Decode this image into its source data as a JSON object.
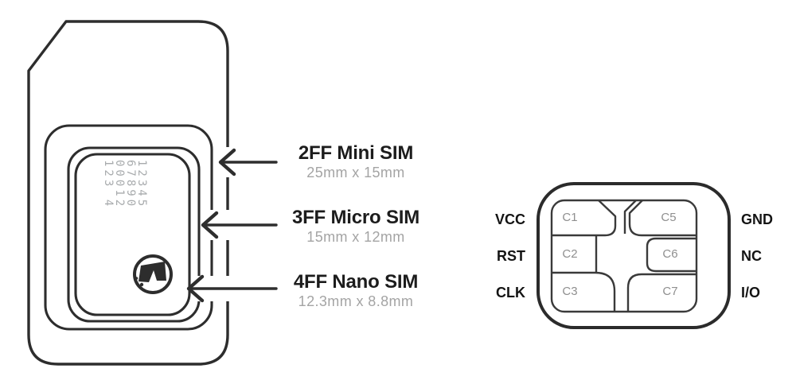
{
  "sim_diagram": {
    "serial_lines": [
      "12345",
      "67890",
      "00012",
      "123 4"
    ],
    "size_labels": [
      {
        "title": "2FF Mini SIM",
        "dimensions": "25mm x 15mm"
      },
      {
        "title": "3FF Micro SIM",
        "dimensions": "15mm x 12mm"
      },
      {
        "title": "4FF Nano SIM",
        "dimensions": "12.3mm x 8.8mm"
      }
    ]
  },
  "pinout": {
    "left_pins": [
      "VCC",
      "RST",
      "CLK"
    ],
    "right_pins": [
      "GND",
      "NC",
      "I/O"
    ],
    "contacts": [
      "C1",
      "C5",
      "C2",
      "C6",
      "C3",
      "C7"
    ]
  },
  "colors": {
    "outline_dark": "#2d2d2d",
    "outline_thin": "#3a3a3a",
    "title_text": "#1c1c1c",
    "dim_text": "#a4a4a4",
    "serial_text": "#a8abad",
    "contact_text": "#8f8f8f"
  }
}
